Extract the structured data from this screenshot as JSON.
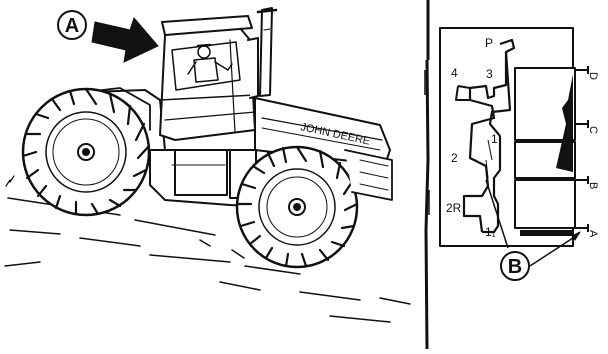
{
  "callouts": {
    "a": "A",
    "b": "B"
  },
  "shift_gate": {
    "positions": [
      "P",
      "4",
      "3",
      "2",
      "1",
      "2R",
      "1₁"
    ]
  },
  "rotated_side_labels": [
    "D",
    "C",
    "B",
    "A"
  ],
  "colors": {
    "ink": "#111111",
    "background": "#ffffff"
  }
}
